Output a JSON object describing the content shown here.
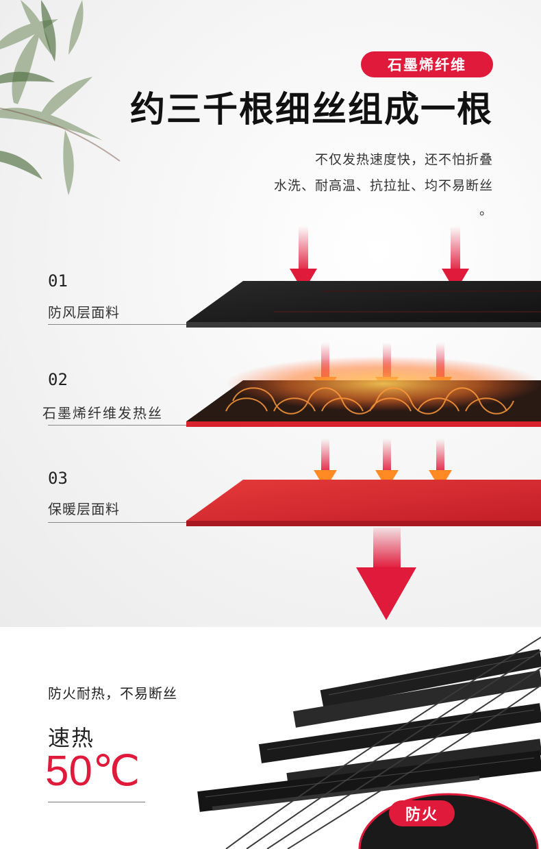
{
  "header": {
    "badge": "石墨烯纤维",
    "title": "约三千根细丝组成一根",
    "desc_line1": "不仅发热速度快，还不怕折叠",
    "desc_line2": "水洗、耐高温、抗拉扯、均不易断丝",
    "desc_line3": "。"
  },
  "layers": [
    {
      "number": "01",
      "label": "防风层面料"
    },
    {
      "number": "02",
      "label": "石墨烯纤维发热丝"
    },
    {
      "number": "03",
      "label": "保暖层面料"
    }
  ],
  "features": {
    "text": "防火耐热，不易断丝",
    "speed_label": "速热",
    "temperature": "50℃",
    "fire_badge": "防火"
  },
  "colors": {
    "accent": "#e01a3a",
    "dark_fabric": "#1c1c1c",
    "red_fabric": "#d8232f"
  }
}
